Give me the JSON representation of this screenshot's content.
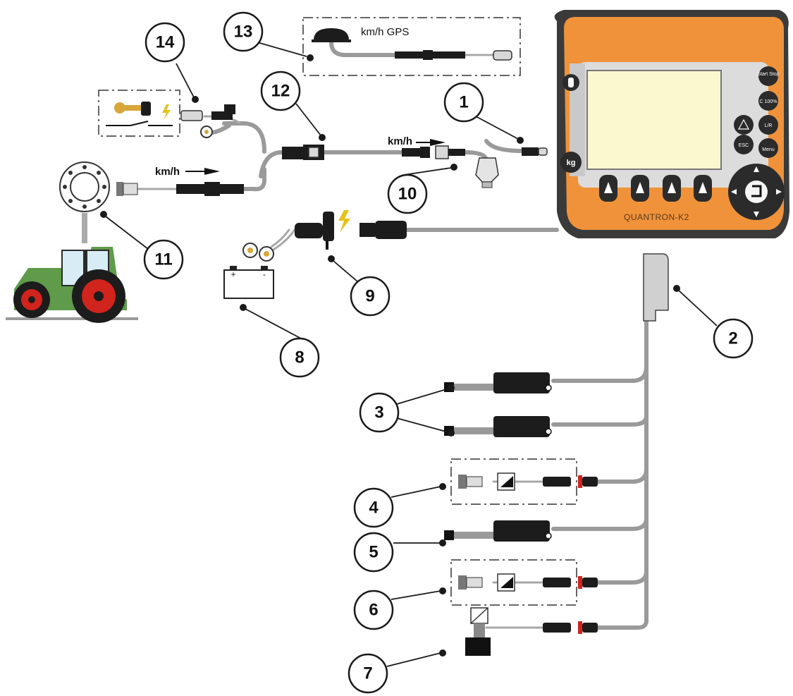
{
  "callouts": [
    "1",
    "2",
    "3",
    "4",
    "5",
    "6",
    "7",
    "8",
    "9",
    "10",
    "11",
    "12",
    "13",
    "14"
  ],
  "labels": {
    "gps": "km/h GPS",
    "speed_signal_wheel": "km/h",
    "speed_signal_adapter": "km/h",
    "terminal_brand": "QUANTRON-K2",
    "key_kg": "kg",
    "key_start_stop": "Start Stop",
    "key_c_100": "C 100%",
    "key_lr": "L/R",
    "key_esc": "ESC",
    "key_menu": "Menu",
    "battery_plus": "+",
    "battery_minus": "-"
  },
  "colors": {
    "terminal_orange": "#f0923a",
    "terminal_frame": "#4a4a4a",
    "screen_yellow": "#fbf7cf",
    "cable_grey": "#9a9a9a",
    "tractor_green": "#5f9b4a",
    "tractor_red": "#d0241c",
    "key_gold": "#d9a63a",
    "sensor_red": "#d0241c"
  },
  "icons": {
    "terminal": "quantron-k2-terminal-icon",
    "tractor": "tractor-icon",
    "wheel_sensor": "wheel-sensor-icon",
    "gps_receiver": "gps-receiver-icon",
    "ignition_key": "ignition-key-icon",
    "battery": "battery-icon",
    "lightning": "lightning-icon",
    "actuator": "linear-actuator-icon",
    "level_sensor": "level-sensor-icon",
    "tilt_sensor": "tilt-sensor-icon"
  }
}
